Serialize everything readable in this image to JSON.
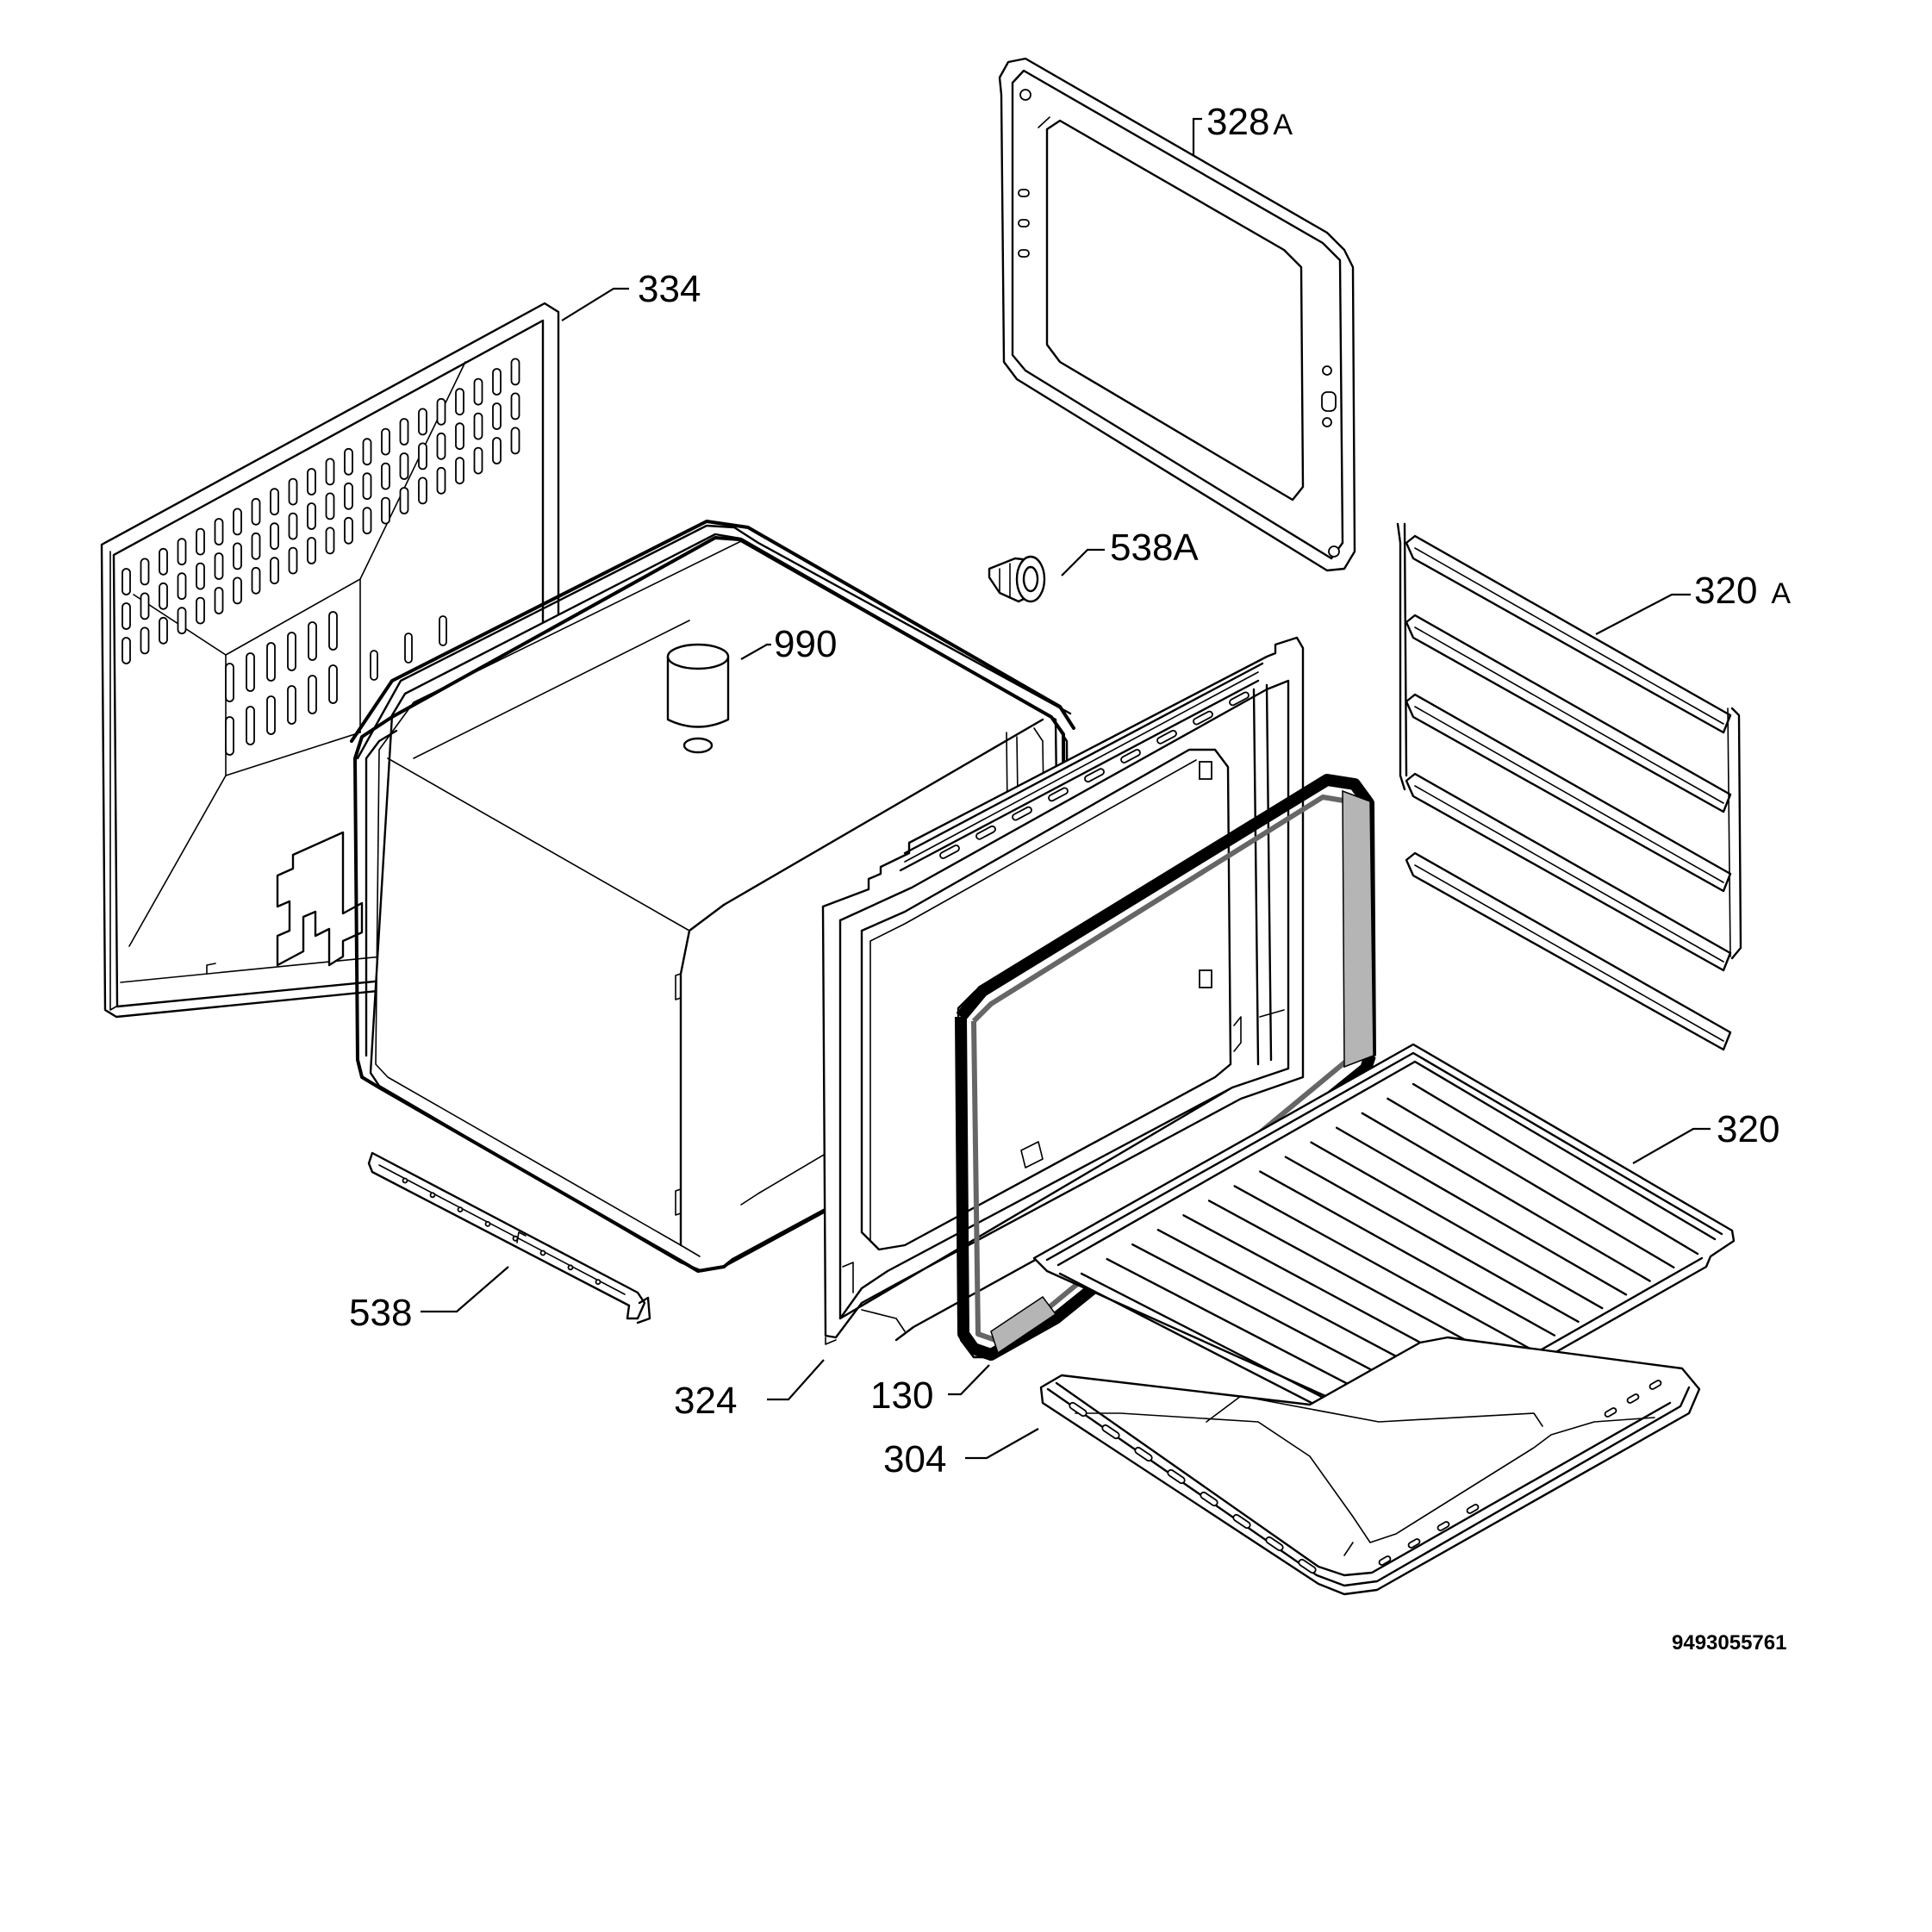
{
  "parts": [
    {
      "id": "p328",
      "number": "328",
      "suffix": "A"
    },
    {
      "id": "p334",
      "number": "334",
      "suffix": ""
    },
    {
      "id": "p538a",
      "number": "538A",
      "suffix": ""
    },
    {
      "id": "p320a",
      "number": "320",
      "suffix": "A"
    },
    {
      "id": "p990",
      "number": "990",
      "suffix": ""
    },
    {
      "id": "p320",
      "number": "320",
      "suffix": ""
    },
    {
      "id": "p538",
      "number": "538",
      "suffix": ""
    },
    {
      "id": "p324",
      "number": "324",
      "suffix": ""
    },
    {
      "id": "p130",
      "number": "130",
      "suffix": ""
    },
    {
      "id": "p304",
      "number": "304",
      "suffix": ""
    }
  ],
  "document_number": "9493055761"
}
